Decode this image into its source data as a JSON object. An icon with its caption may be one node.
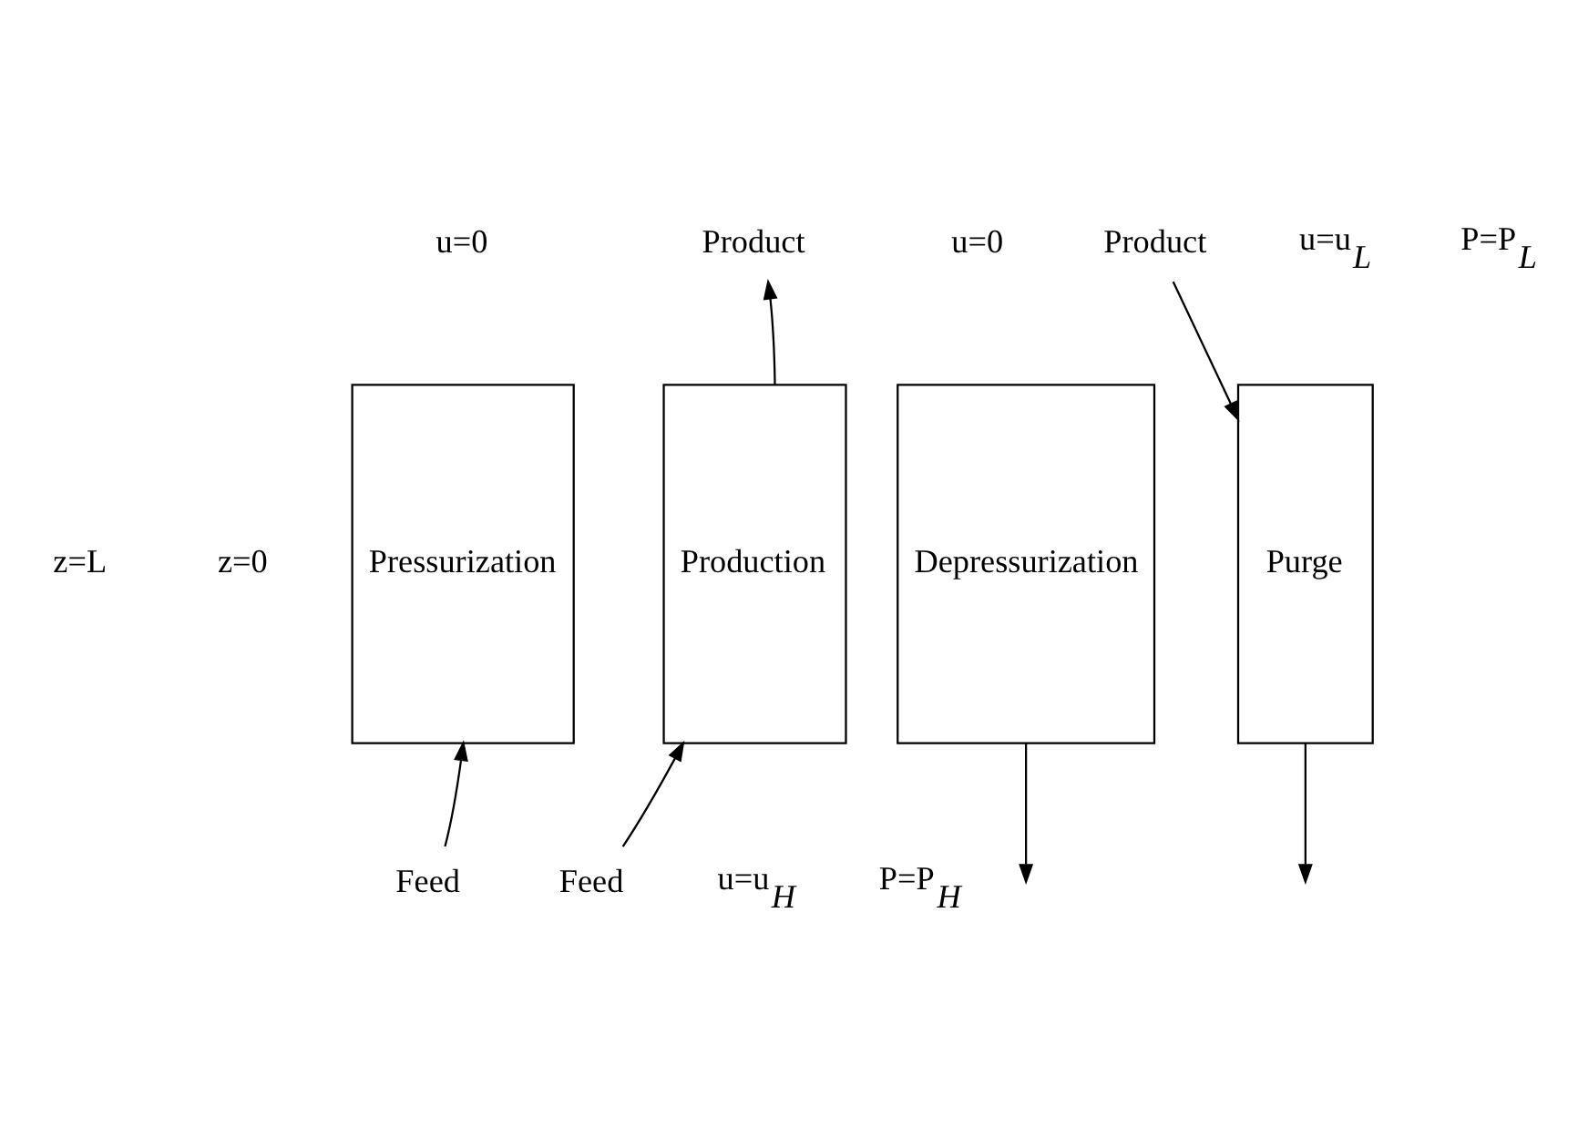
{
  "diagram": {
    "nodes": [
      {
        "text": [
          "Pressurization"
        ]
      },
      {
        "text": [
          "Feed"
        ]
      },
      {
        "text": [
          "Production"
        ]
      },
      {
        "text": [
          "Product"
        ]
      },
      {
        "text": [
          "Feed"
        ]
      },
      {
        "text": [
          "Depressurization"
        ]
      },
      {
        "text": [
          "Purge"
        ]
      },
      {
        "text": [
          "Product"
        ]
      }
    ],
    "edges": [
      {
        "from": 1,
        "to": 0,
        "arrow": "to"
      },
      {
        "from": 2,
        "to": 3,
        "arrow": "to"
      },
      {
        "from": 4,
        "to": 2,
        "arrow": "to"
      },
      {
        "from": 5,
        "to": null,
        "arrow": "to"
      },
      {
        "from": 7,
        "to": 6,
        "arrow": "to"
      },
      {
        "from": 6,
        "to": null,
        "arrow": "to"
      }
    ],
    "labels": [
      "u=0",
      "z=L",
      "z=0",
      "u=u$_{H}$",
      "P=P$_{H}$",
      "u=0",
      "u=u$_{L}$",
      "P=P$_{L}$"
    ]
  }
}
